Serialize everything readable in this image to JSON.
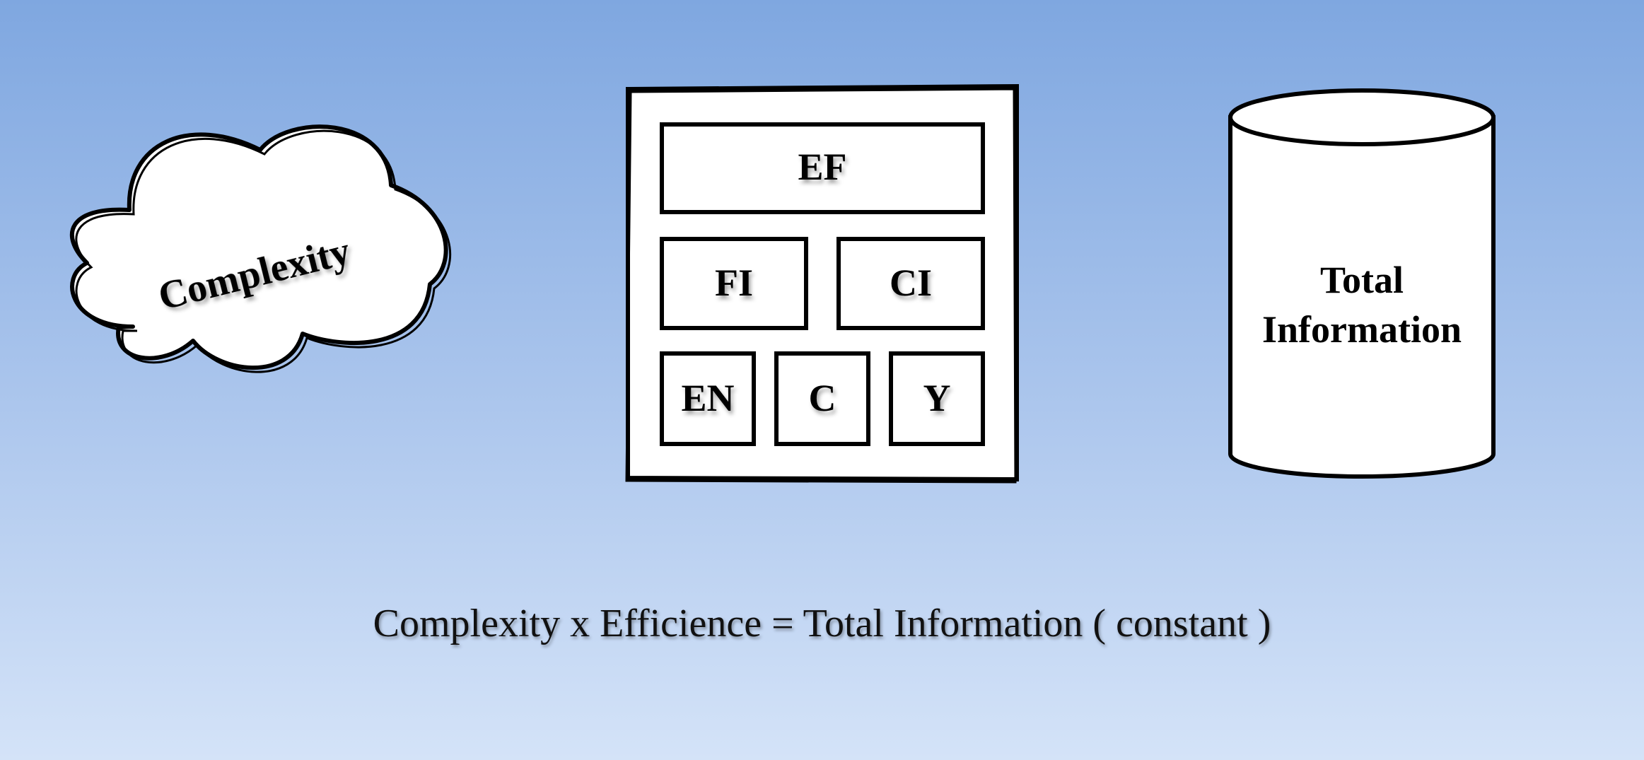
{
  "shapes": {
    "cloud_label": "Complexity",
    "grid": {
      "top": "EF",
      "middle": [
        "FI",
        "CI"
      ],
      "bottom": [
        "EN",
        "C",
        "Y"
      ]
    },
    "cylinder_label_lines": [
      "Total",
      "Information"
    ]
  },
  "formula": "Complexity x Efficience = Total Information ( constant )",
  "colors": {
    "background_top": "#7fa7e0",
    "background_bottom": "#d4e3f8",
    "shape_fill": "#ffffff",
    "stroke": "#000000"
  }
}
